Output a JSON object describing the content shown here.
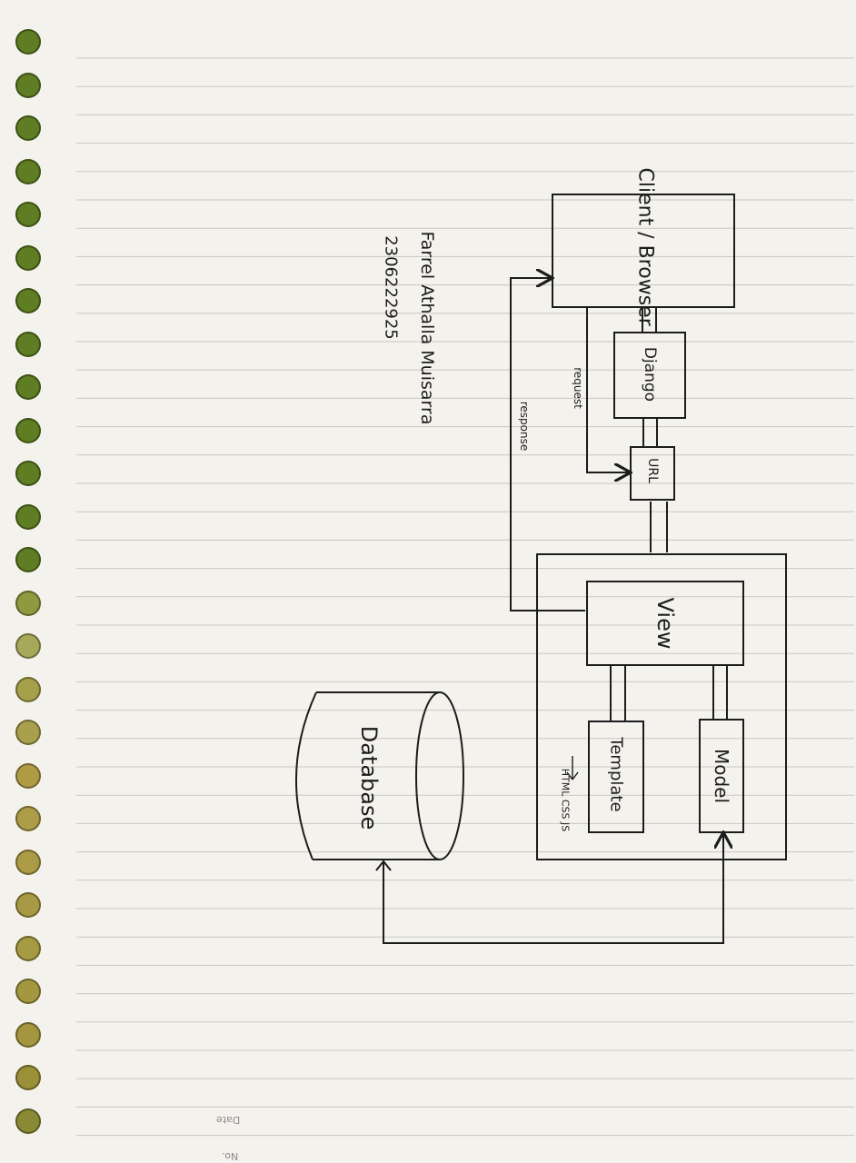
{
  "author": {
    "name": "Farrel Athalla Muisarra",
    "id": "2306222925"
  },
  "nodes": {
    "client": "Client / Browser",
    "django": "Django",
    "url": "URL",
    "view": "View",
    "template": "Template",
    "template_note": "HTML CSS JS",
    "model": "Model",
    "database": "Database"
  },
  "edges": {
    "request": "request",
    "response": "response"
  },
  "paper": {
    "date_label": "Date",
    "no_label": "No."
  }
}
